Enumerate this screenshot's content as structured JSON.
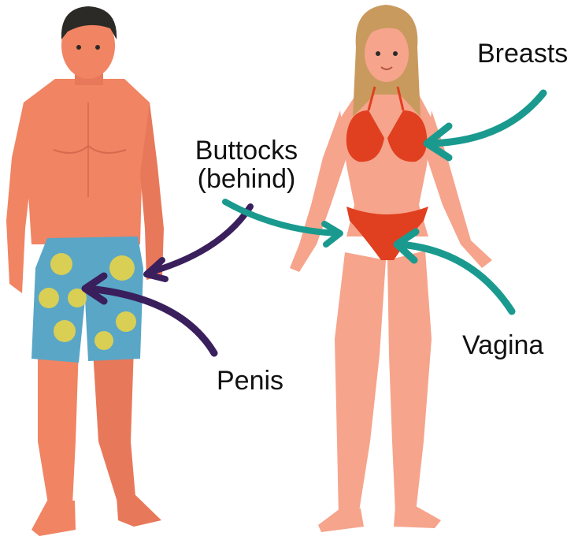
{
  "labels": {
    "breasts": "Breasts",
    "buttocks_line1": "Buttocks",
    "buttocks_line2": "(behind)",
    "penis": "Penis",
    "vagina": "Vagina"
  },
  "colors": {
    "teal_arrow": "#1a9a8f",
    "purple_arrow": "#3a1f5d",
    "skin_male": "#f08463",
    "skin_female": "#f6a48c",
    "bikini": "#e0401f",
    "shorts": "#5aa6c6",
    "flowers": "#d9cf55",
    "hair_male": "#2c2a26",
    "hair_female": "#c99a5e"
  }
}
